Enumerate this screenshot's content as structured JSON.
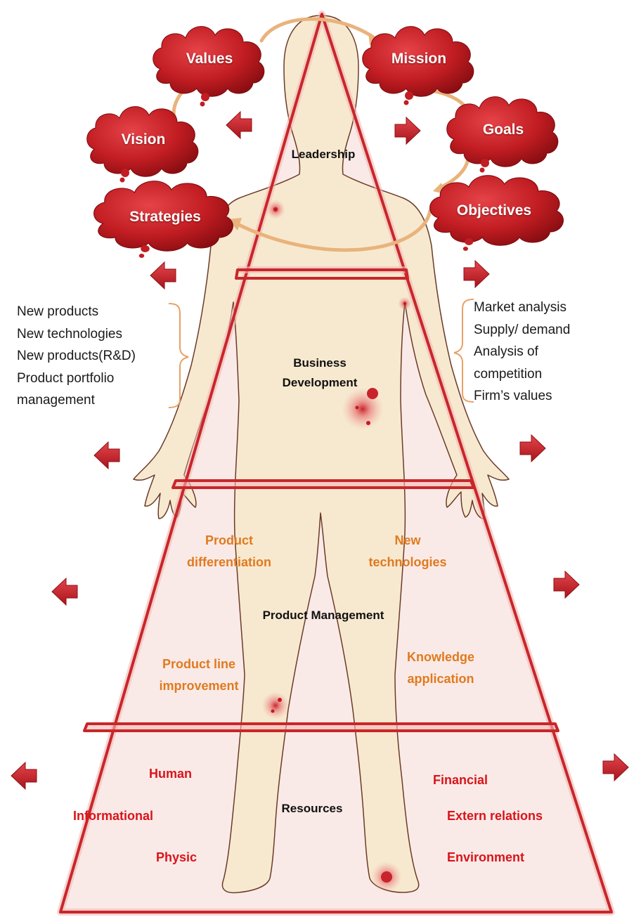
{
  "clouds": {
    "values": "Values",
    "mission": "Mission",
    "vision": "Vision",
    "goals": "Goals",
    "strategies": "Strategies",
    "objectives": "Objectives"
  },
  "layers": {
    "leadership": "Leadership",
    "business_development": [
      "Business",
      "Development"
    ],
    "product_management": "Product Management",
    "resources": "Resources"
  },
  "left_list": [
    "New products",
    "New technologies",
    "New products(R&D)",
    "Product portfolio",
    "management"
  ],
  "right_list": [
    "Market analysis",
    "Supply/ demand",
    "Analysis of",
    "competition",
    "Firm’s values"
  ],
  "product_management_items": {
    "product_differentiation": [
      "Product",
      "differentiation"
    ],
    "new_technologies": [
      "New",
      "technologies"
    ],
    "product_line_improvement": [
      "Product line",
      "improvement"
    ],
    "knowledge_application": [
      "Knowledge",
      "application"
    ]
  },
  "resources_items": {
    "human": "Human",
    "informational": "Informational",
    "physic": "Physic",
    "financial": "Financial",
    "extern_relations": "Extern relations",
    "environment": "Environment"
  },
  "colors": {
    "pyramid_edge": "#c9262a",
    "cloud_red": "#c11d22",
    "body_fill": "#f7e9cf",
    "arrow_red": "#c8202a",
    "orange_text": "#e07a1f",
    "resource_red": "#d8141b",
    "brace_orange": "#e8a064"
  }
}
